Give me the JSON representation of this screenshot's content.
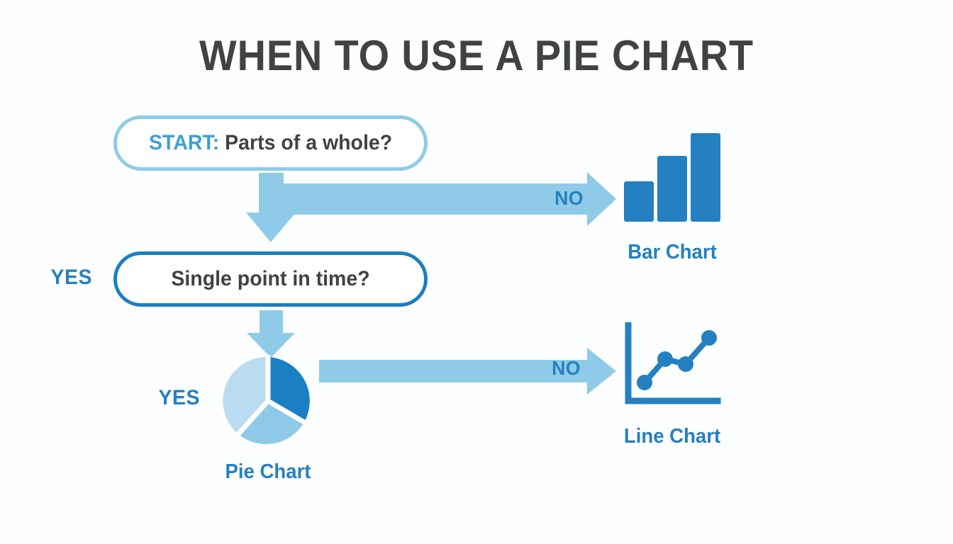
{
  "title": "WHEN TO USE A PIE CHART",
  "colors": {
    "background": "#fdfeff",
    "title_text": "#3f4346",
    "accent_blue": "#2480c0",
    "light_blue": "#8fcbe8",
    "arrow_blue": "#8fcbe8",
    "border_light": "#8fcbe8",
    "border_dark": "#1c7fbf",
    "icon_blue": "#2480c0",
    "pie_dark": "#1b7fc4",
    "pie_mid": "#8ecae8",
    "pie_light": "#b9dcf0"
  },
  "nodes": {
    "start_box": {
      "keyword": "START:",
      "question": "Parts of a whole?"
    },
    "second_box": {
      "question": "Single point in time?"
    }
  },
  "edge_labels": {
    "yes_1": "YES",
    "yes_2": "YES",
    "no_1": "NO",
    "no_2": "NO"
  },
  "outcomes": [
    {
      "id": "bar",
      "caption": "Bar Chart",
      "icon": "bar-chart-icon"
    },
    {
      "id": "line",
      "caption": "Line Chart",
      "icon": "line-chart-icon"
    },
    {
      "id": "pie",
      "caption": "Pie Chart",
      "icon": "pie-chart-icon"
    }
  ],
  "chart_data": {
    "type": "diagram",
    "title": "WHEN TO USE A PIE CHART",
    "bar_icon": {
      "type": "bar",
      "values": [
        38,
        62,
        88
      ],
      "ylim": [
        0,
        100
      ]
    },
    "line_icon": {
      "type": "line",
      "x": [
        1,
        2,
        3,
        4
      ],
      "y": [
        18,
        62,
        50,
        88
      ],
      "ylim": [
        0,
        100
      ]
    },
    "pie_icon": {
      "type": "pie",
      "values": [
        30,
        38,
        32
      ],
      "colors": [
        "#1b7fc4",
        "#b9dcf0",
        "#8ecae8"
      ]
    }
  }
}
